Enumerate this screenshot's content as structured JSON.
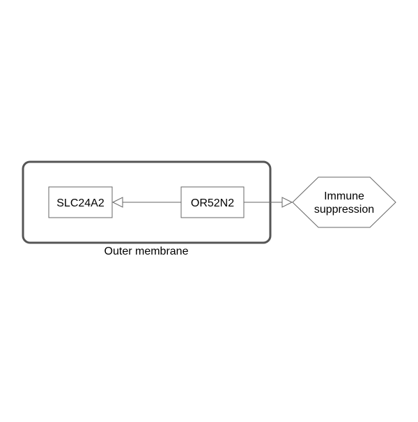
{
  "diagram": {
    "compartment": {
      "label": "Outer membrane"
    },
    "nodes": {
      "slc24a2": {
        "label": "SLC24A2"
      },
      "or52n2": {
        "label": "OR52N2"
      },
      "phenotype": {
        "line1": "Immune",
        "line2": "suppression"
      }
    },
    "edges": [
      {
        "from": "OR52N2",
        "to": "SLC24A2",
        "arrowhead": "open-triangle"
      },
      {
        "from": "OR52N2",
        "to": "Immune suppression",
        "arrowhead": "open-triangle"
      }
    ],
    "colors": {
      "compartment_stroke": "#555555",
      "node_stroke": "#666666",
      "edge_stroke": "#666666",
      "node_fill": "#ffffff"
    }
  }
}
